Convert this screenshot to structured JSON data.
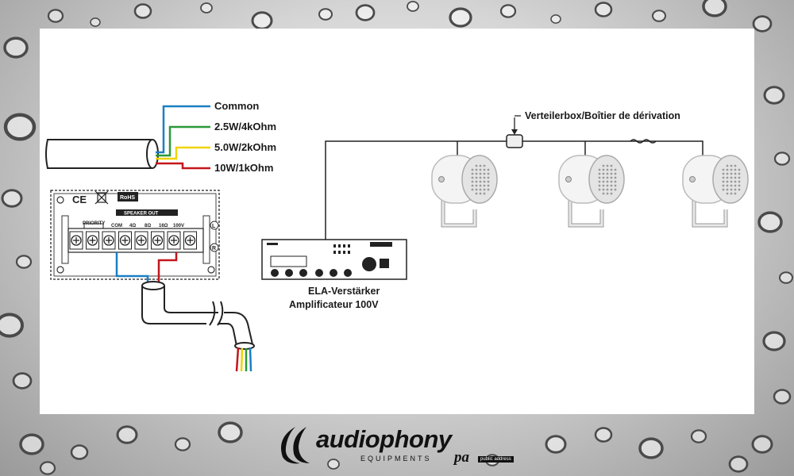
{
  "wiring": {
    "taps": [
      {
        "label": "Common",
        "color": "#1a7fc4"
      },
      {
        "label": "2.5W/4kOhm",
        "color": "#2a9a3a"
      },
      {
        "label": "5.0W/2kOhm",
        "color": "#f0d400"
      },
      {
        "label": "10W/1kOhm",
        "color": "#c4161c"
      }
    ]
  },
  "speaker_out": {
    "heading": "SPEAKER OUT",
    "priority": "PRIORITY",
    "terminals": [
      "COM",
      "4Ω",
      "8Ω",
      "16Ω",
      "100V"
    ],
    "ce_mark": "CE",
    "rohs": "RoHS",
    "side_labels": [
      "L",
      "R"
    ]
  },
  "system": {
    "distribution_box_label": "Verteilerbox/Boîtier de dérivation",
    "amplifier_caption_line1": "ELA-Verstärker",
    "amplifier_caption_line2": "Amplificateur 100V",
    "speaker_count": 3
  },
  "logo": {
    "brand": "audiophony",
    "sub": "EQUIPMENTS",
    "pa": "pa",
    "tag": "public address"
  }
}
